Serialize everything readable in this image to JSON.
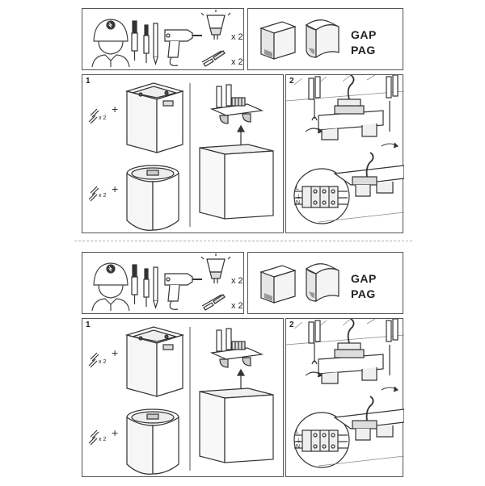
{
  "sheets": [
    {
      "tools_qty_bulb": "x 2",
      "tools_qty_anchor": "x 2",
      "model_1": "GAP",
      "model_2": "PAG",
      "step1_number": "1",
      "step1_qty_top": "x 2",
      "step1_qty_bottom": "x 2",
      "step2_number": "2",
      "terminal_labels": [
        "L",
        "⏚",
        "N"
      ]
    },
    {
      "tools_qty_bulb": "x 2",
      "tools_qty_anchor": "x 2",
      "model_1": "GAP",
      "model_2": "PAG",
      "step1_number": "1",
      "step1_qty_top": "x 2",
      "step1_qty_bottom": "x 2",
      "step2_number": "2",
      "terminal_labels": [
        "L",
        "⏚",
        "N"
      ]
    }
  ],
  "colors": {
    "line": "#444444",
    "fill_light": "#f4f4f4",
    "fill_grey": "#cccccc"
  }
}
